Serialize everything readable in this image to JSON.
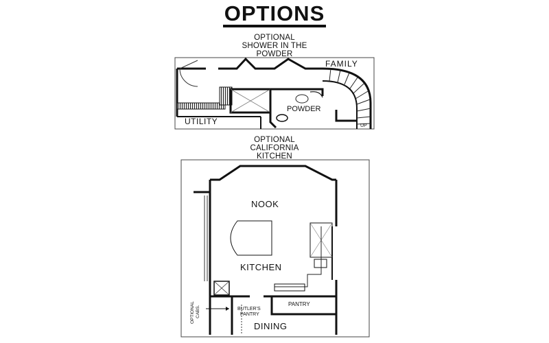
{
  "title": "OPTIONS",
  "shower_option": {
    "caption": [
      "OPTIONAL",
      "SHOWER IN THE",
      "POWDER"
    ],
    "rooms": {
      "family": "FAMILY",
      "powder": "POWDER",
      "utility": "UTILITY",
      "stair": "UP"
    }
  },
  "kitchen_option": {
    "caption": [
      "OPTIONAL",
      "CALIFORNIA",
      "KITCHEN"
    ],
    "rooms": {
      "nook": "NOOK",
      "kitchen": "KITCHEN",
      "pantry": "PANTRY",
      "butlers_pantry": [
        "BUTLER'S",
        "PANTRY"
      ],
      "optional_cabs": [
        "OPTIONAL",
        "CABS."
      ],
      "dining": "DINING"
    }
  }
}
